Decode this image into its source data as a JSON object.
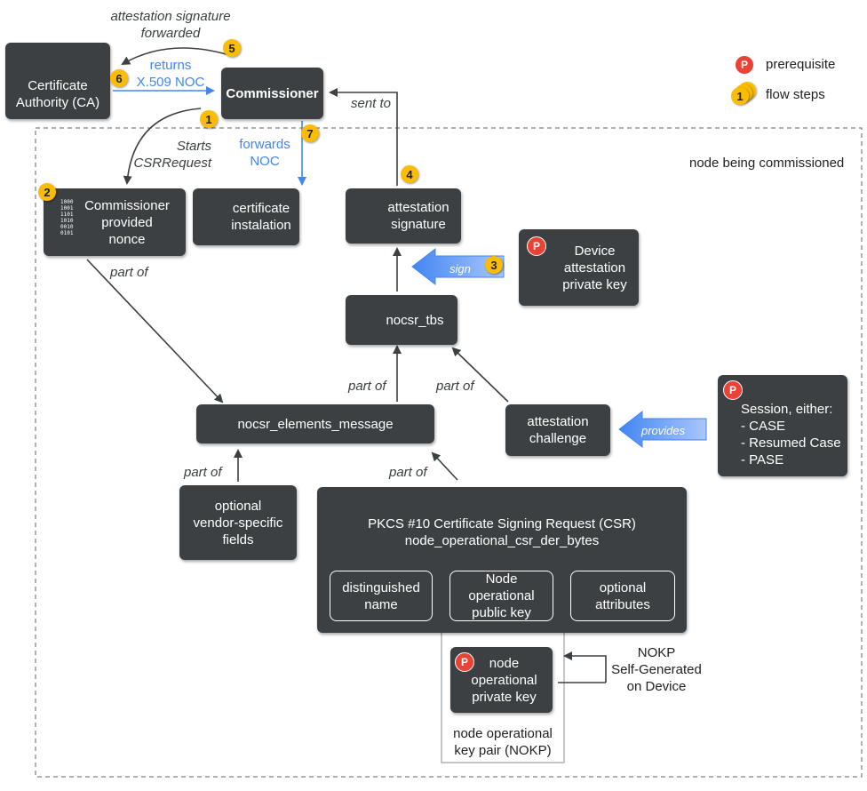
{
  "legend": {
    "prerequisite_badge": "P",
    "prerequisite_label": "prerequisite",
    "flow_badge": "1",
    "flow_label": "flow steps"
  },
  "region_label": "node being commissioned",
  "nodes": {
    "ca": "Certificate\nAuthority (CA)",
    "commissioner": "Commissioner",
    "nonce": "Commissioner\nprovided\nnonce",
    "cert_install": "certificate\ninstalation",
    "attestation_signature": "attestation\nsignature",
    "device_key": "Device\nattestation\nprivate key",
    "nocsr_tbs": "nocsr_tbs",
    "nocsr_elements": "nocsr_elements_message",
    "attestation_challenge": "attestation\nchallenge",
    "session": "Session, either:\n- CASE\n- Resumed Case\n- PASE",
    "vendor_fields": "optional\nvendor-specific\nfields",
    "csr": "PKCS #10 Certificate Signing Request (CSR)\nnode_operational_csr_der_bytes",
    "distinguished_name": "distinguished\nname",
    "public_key": "Node\noperational\npublic key",
    "optional_attributes": "optional\nattributes",
    "private_key": "node\noperational\nprivate key",
    "nokp": "node operational\nkey pair (NOKP)",
    "nonce_bits": "1000\n1001\n1101\n1010\n0010\n0101"
  },
  "edge_labels": {
    "attestation_forwarded": "attestation signature\nforwarded",
    "returns_noc": "returns\nX.509 NOC",
    "starts_csr": "Starts\nCSRRequest",
    "forwards_noc": "forwards\nNOC",
    "sent_to": "sent to",
    "sign": "sign",
    "provides": "provides",
    "part_of_nonce": "part of",
    "part_of_elements": "part of",
    "part_of_challenge": "part of",
    "part_of_vendor": "part of",
    "part_of_csr": "part of",
    "nokp_self": "NOKP\nSelf-Generated\non Device"
  },
  "steps": {
    "s1": "1",
    "s2": "2",
    "s3": "3",
    "s4": "4",
    "s5": "5",
    "s6": "6",
    "s7": "7",
    "p": "P"
  },
  "colors": {
    "box": "#3c4043",
    "accent_blue": "#4285f4",
    "step_yellow": "#fbbc04",
    "prereq_red": "#ea4335",
    "arrow_dark": "#3c4043"
  }
}
